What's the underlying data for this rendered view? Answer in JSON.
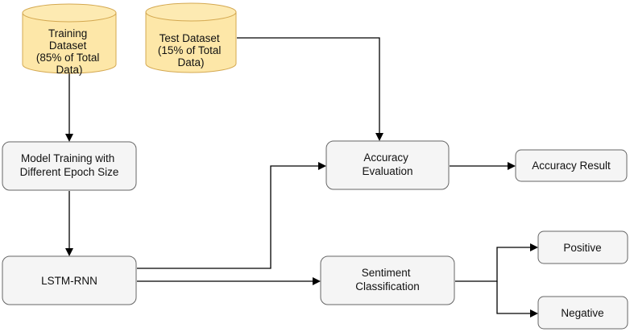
{
  "colors": {
    "cylinder_fill": "#fde7a8",
    "cylinder_stroke": "#d4a850",
    "process_fill": "#f5f5f5",
    "process_stroke": "#666666",
    "edge": "#000000"
  },
  "nodes": {
    "training_dataset": {
      "shape": "cylinder",
      "lines": [
        "Training",
        "Dataset",
        "(85% of Total",
        "Data)"
      ]
    },
    "test_dataset": {
      "shape": "cylinder",
      "lines": [
        "Test Dataset",
        "(15% of Total",
        "Data)"
      ]
    },
    "model_training": {
      "shape": "rounded-rect",
      "lines": [
        "Model Training with",
        "Different Epoch Size"
      ]
    },
    "lstm_rnn": {
      "shape": "rounded-rect",
      "lines": [
        "LSTM-RNN"
      ]
    },
    "accuracy_evaluation": {
      "shape": "rounded-rect",
      "lines": [
        "Accuracy",
        "Evaluation"
      ]
    },
    "accuracy_result": {
      "shape": "rounded-rect",
      "lines": [
        "Accuracy Result"
      ]
    },
    "sentiment_classification": {
      "shape": "rounded-rect",
      "lines": [
        "Sentiment",
        "Classification"
      ]
    },
    "positive": {
      "shape": "rounded-rect",
      "lines": [
        "Positive"
      ]
    },
    "negative": {
      "shape": "rounded-rect",
      "lines": [
        "Negative"
      ]
    }
  },
  "edges": [
    {
      "from": "training_dataset",
      "to": "model_training"
    },
    {
      "from": "test_dataset",
      "to": "accuracy_evaluation"
    },
    {
      "from": "model_training",
      "to": "lstm_rnn"
    },
    {
      "from": "lstm_rnn",
      "to": "accuracy_evaluation"
    },
    {
      "from": "lstm_rnn",
      "to": "sentiment_classification"
    },
    {
      "from": "accuracy_evaluation",
      "to": "accuracy_result"
    },
    {
      "from": "sentiment_classification",
      "to": "positive"
    },
    {
      "from": "sentiment_classification",
      "to": "negative"
    }
  ]
}
